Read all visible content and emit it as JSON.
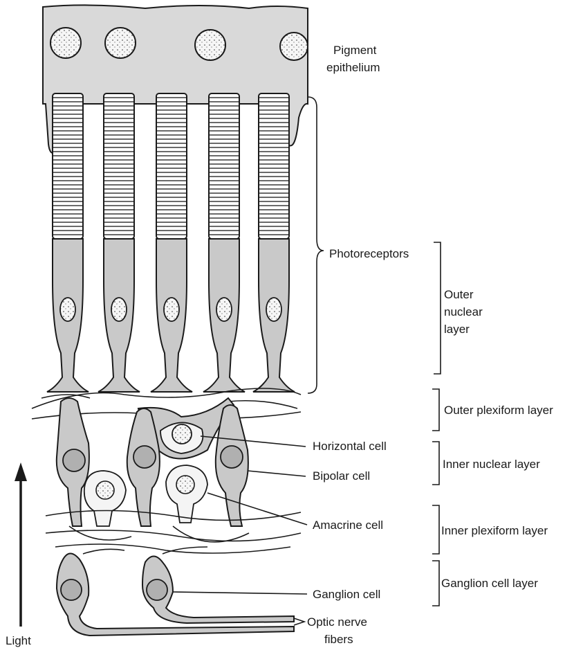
{
  "labels": {
    "pigment_line1": "Pigment",
    "pigment_line2": "epithelium",
    "photoreceptors": "Photoreceptors",
    "outer_nuclear_1": "Outer",
    "outer_nuclear_2": "nuclear",
    "outer_nuclear_3": "layer",
    "outer_plexiform": "Outer plexiform layer",
    "horizontal_cell": "Horizontal cell",
    "inner_nuclear": "Inner nuclear layer",
    "bipolar_cell": "Bipolar cell",
    "amacrine_cell": "Amacrine cell",
    "inner_plexiform": "Inner plexiform layer",
    "ganglion_cell": "Ganglion cell",
    "ganglion_layer": "Ganglion cell layer",
    "light": "Light",
    "optic_nerve_1": "Optic nerve",
    "optic_nerve_2": "fibers"
  },
  "colors": {
    "epithelium": "#d9d9d9",
    "cell_fill": "#c9c9c9",
    "nucleus_fill": "#f4f4f4",
    "ink": "#1a1a1a"
  }
}
